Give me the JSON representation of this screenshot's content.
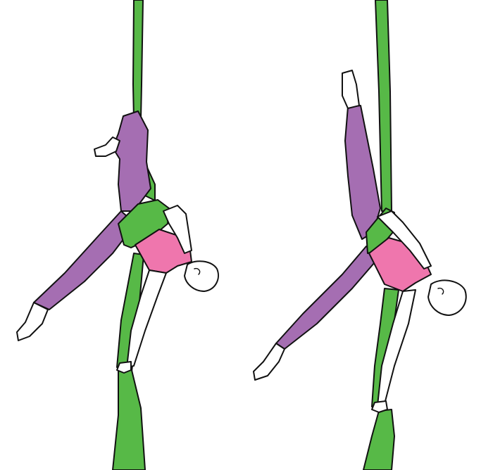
{
  "colors": {
    "background": "#ffffff",
    "silk": "#57b947",
    "leggings": "#a56eb2",
    "top": "#ef76ad",
    "skin": "#ffffff",
    "outline": "#111111"
  },
  "figures": [
    {
      "pose": "split-in-silk-hip-lock",
      "side": "left"
    },
    {
      "pose": "split-in-silk-hip-lock-high-leg",
      "side": "right"
    }
  ]
}
